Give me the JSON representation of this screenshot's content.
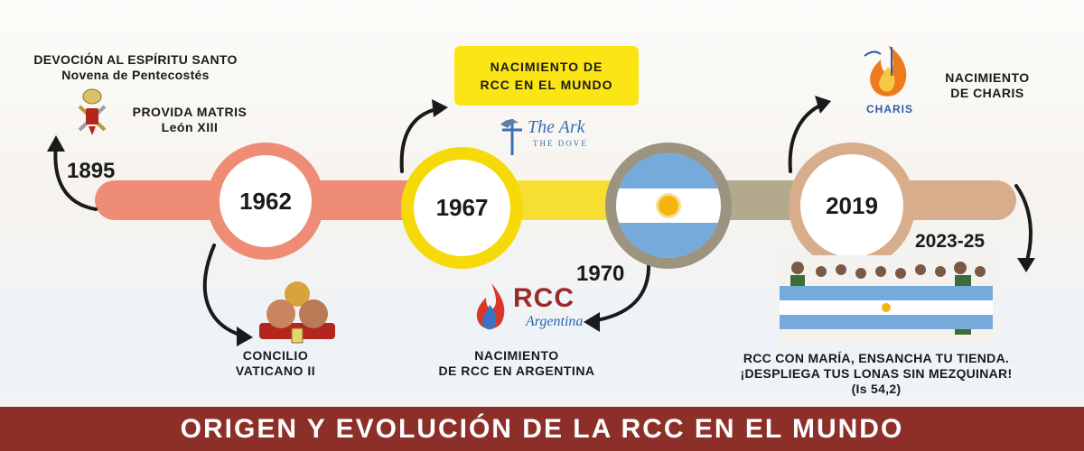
{
  "footer_title": "ORIGEN Y EVOLUCIÓN DE LA RCC EN EL MUNDO",
  "events": {
    "e1895": {
      "year": "1895",
      "title_line1": "DEVOCIÓN AL ESPÍRITU SANTO",
      "title_line2": "Novena de Pentecostés",
      "sub_line1": "PROVIDA MATRIS",
      "sub_line2": "León XIII"
    },
    "e1962": {
      "year": "1962",
      "line1": "CONCILIO",
      "line2": "VATICANO II"
    },
    "e1967": {
      "year": "1967",
      "line1": "NACIMIENTO DE",
      "line2": "RCC EN EL MUNDO"
    },
    "e1970": {
      "year": "1970",
      "line1": "NACIMIENTO",
      "line2": "DE RCC EN ARGENTINA"
    },
    "e2019": {
      "year": "2019",
      "line1": "NACIMIENTO",
      "line2": "DE CHARIS"
    },
    "e2023": {
      "year": "2023-25",
      "line1": "RCC CON MARÍA, ENSANCHA TU TIENDA.",
      "line2": "¡DESPLIEGA TUS LONAS SIN MEZQUINAR!",
      "line3": "(Is 54,2)"
    }
  },
  "logos": {
    "rcc_word": "RCC",
    "rcc_sub": "Argentina",
    "ark_word": "The Ark",
    "ark_sub": "THE DOVE",
    "charis_word": "CHARIS"
  },
  "colors": {
    "segment_1962": "#ee8c76",
    "segment_1967": "#f7de33",
    "segment_1970": "#b3a98d",
    "segment_2019": "#d7ad8c",
    "footer": "#8c2f28",
    "argentina_blue": "#75aadb"
  }
}
